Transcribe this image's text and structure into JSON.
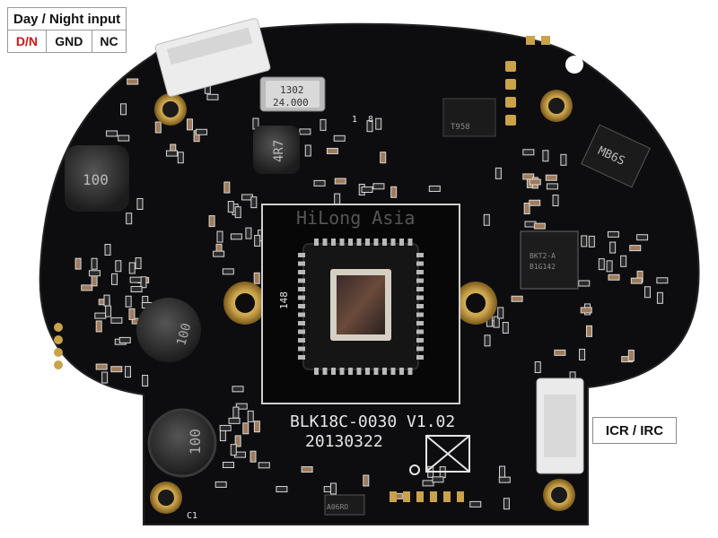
{
  "labels": {
    "day_night_title": "Day / Night input",
    "pins": [
      "D/N",
      "GND",
      "NC"
    ],
    "icr": "ICR / IRC"
  },
  "board": {
    "model": "BLK18C-0030  V1.02",
    "date": "20130322",
    "watermark": "HiLong Asia",
    "sensor_pin_mark": "148",
    "inductor_main": "100",
    "inductor_mid": "100",
    "inductor_bottom": "100",
    "inductor_small": "4R7",
    "crystal_line1": "1302",
    "crystal_line2": "24.000",
    "bridge": "MB6S",
    "ic_right": "BKT2-A",
    "ic_right2": "B1G142",
    "ic_top": "T958",
    "ic_small_bottom": "A06RO",
    "pin_one_mark": "1",
    "pin_a_mark": "8",
    "c1_mark": "C1"
  },
  "colors": {
    "pcb": "#0d0d0f",
    "silk": "#e6e6e6",
    "gold": "#c9a24a",
    "label_red": "#d21414"
  }
}
